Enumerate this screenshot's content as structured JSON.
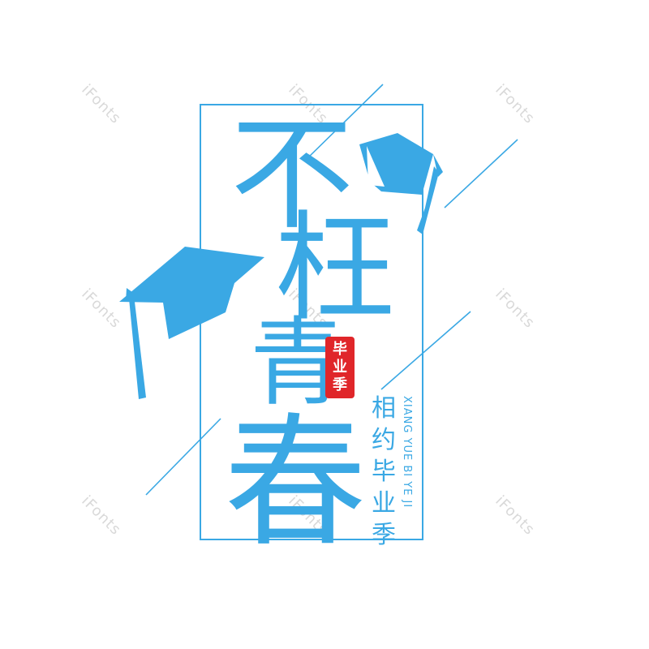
{
  "artwork": {
    "title_chars": [
      "不",
      "枉",
      "青",
      "春"
    ],
    "seal_chars": [
      "毕",
      "业",
      "季"
    ],
    "subtitle_chars": [
      "相",
      "约",
      "毕",
      "业",
      "季"
    ],
    "subtitle_pinyin": "XIANG YUE BI YE JI"
  },
  "watermark": {
    "text": "iFonts"
  },
  "colors": {
    "accent": "#3aa8e4",
    "seal": "#e0262a",
    "watermark": "#d9d9d9",
    "background": "#ffffff"
  },
  "icons": {
    "cap": "graduation-cap-icon"
  }
}
